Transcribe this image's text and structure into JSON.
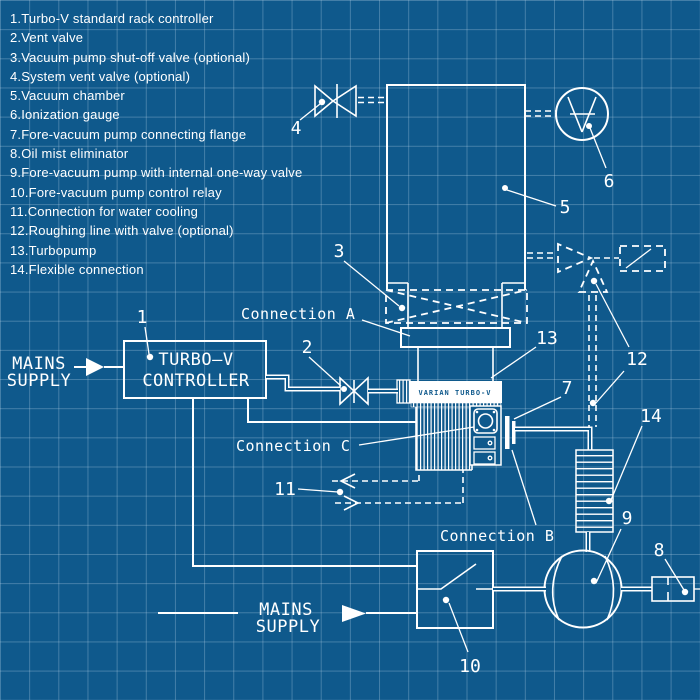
{
  "colors": {
    "background": "#0f598c",
    "grid_line": "rgba(190,216,235,0.30)",
    "line": "#ffffff",
    "label_text": "#ffffff"
  },
  "legend": {
    "items": [
      "1.Turbo-V standard rack controller",
      "2.Vent valve",
      "3.Vacuum pump shut-off valve (optional)",
      "4.System vent valve (optional)",
      "5.Vacuum chamber",
      "6.Ionization gauge",
      "7.Fore-vacuum pump connecting flange",
      "8.Oil mist eliminator",
      "9.Fore-vacuum pump with internal one-way valve",
      "10.Fore-vacuum pump control relay",
      "11.Connection for water cooling",
      "12.Roughing line with valve (optional)",
      "13.Turbopump",
      "14.Flexible connection"
    ]
  },
  "labels": {
    "mains_top_1": "MAINS",
    "mains_top_2": "SUPPLY",
    "mains_bottom_1": "MAINS",
    "mains_bottom_2": "SUPPLY",
    "controller_1": "TURBO–V",
    "controller_2": "CONTROLLER",
    "connection_a": "Connection  A",
    "connection_b": "Connection  B",
    "connection_c": "Connection  C",
    "pump_brand": "VARIAN TURBO-V"
  },
  "callouts": {
    "n1": "1",
    "n2": "2",
    "n3": "3",
    "n4": "4",
    "n5": "5",
    "n6": "6",
    "n7": "7",
    "n8": "8",
    "n9": "9",
    "n10": "10",
    "n11": "11",
    "n12": "12",
    "n13": "13",
    "n14": "14"
  }
}
